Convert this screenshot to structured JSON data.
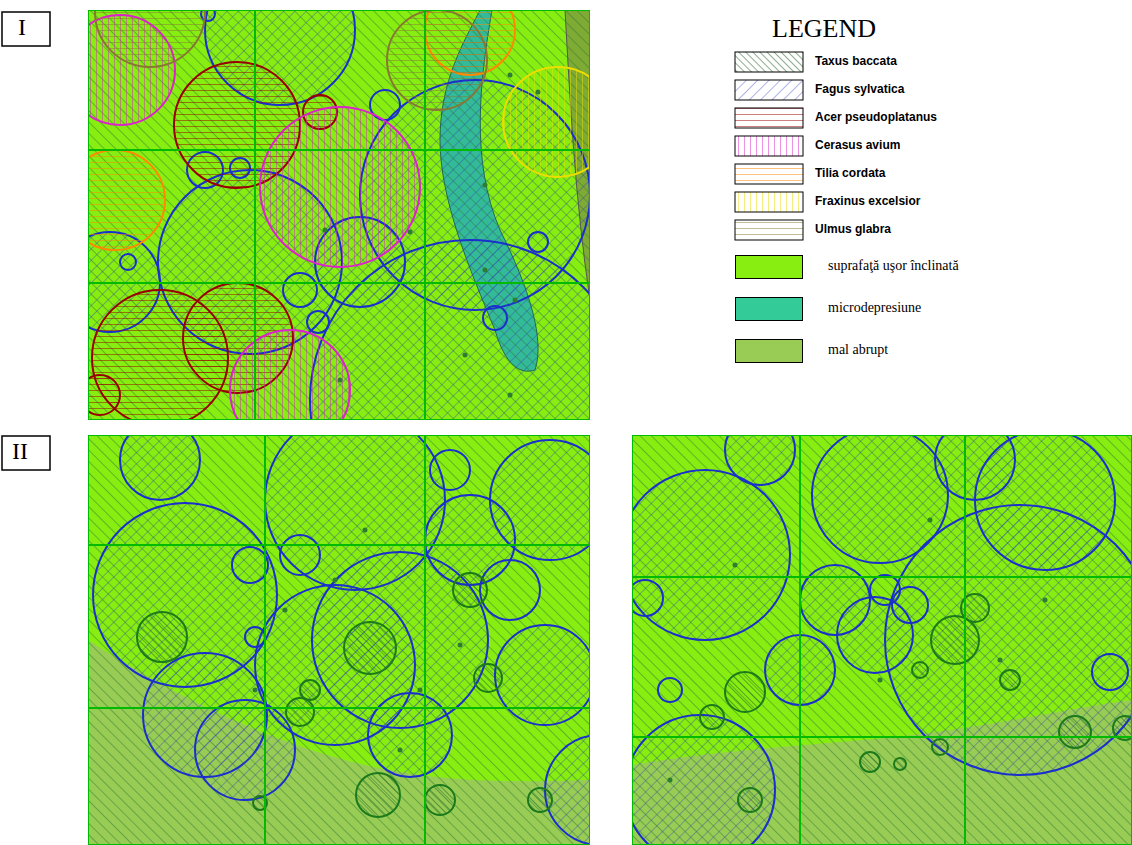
{
  "diagram": {
    "labels": [
      "I",
      "II",
      "LEGEND"
    ],
    "legend": [
      {
        "text": "Taxus baccata"
      },
      {
        "text": "Fagus sylvatica"
      },
      {
        "text": "Acer pseudoplatanus"
      },
      {
        "text": "Cerasus avium"
      },
      {
        "text": "Tilia cordata"
      },
      {
        "text": "Fraxinus excelsior"
      },
      {
        "text": "Ulmus glabra"
      },
      {
        "text": "suprafaţă uşor înclinată",
        "color": "#88ee11"
      },
      {
        "text": "microdepresiune",
        "color": "#33cc99"
      },
      {
        "text": "mal abrupt",
        "color": "#99cc55"
      }
    ]
  }
}
